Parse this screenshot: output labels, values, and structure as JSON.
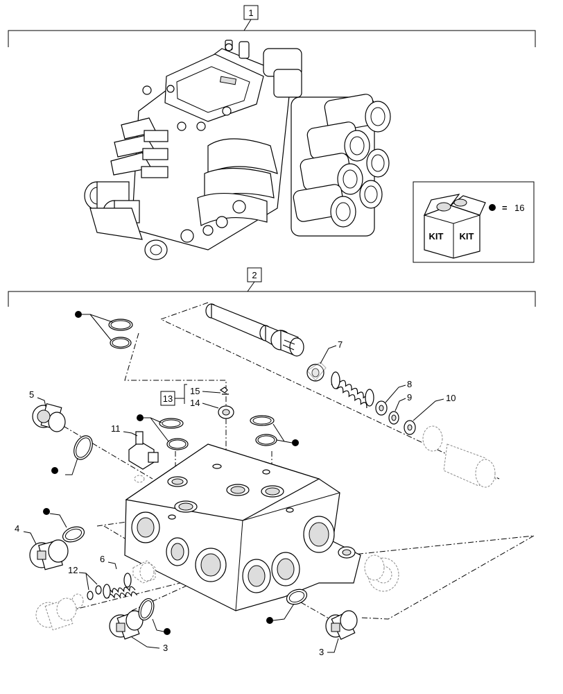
{
  "assembly": {
    "callout_1": "1",
    "callout_2": "2"
  },
  "kit": {
    "kit_left_text": "KIT",
    "kit_right_text": "KIT",
    "legend_equals": "=",
    "legend_number": "16"
  },
  "subassembly": {
    "callout_13": "13"
  },
  "labels": {
    "p3a": "3",
    "p3b": "3",
    "p4": "4",
    "p5": "5",
    "p6": "6",
    "p7": "7",
    "p8": "8",
    "p9": "9",
    "p10": "10",
    "p11": "11",
    "p12": "12",
    "p14": "14",
    "p15": "15"
  }
}
